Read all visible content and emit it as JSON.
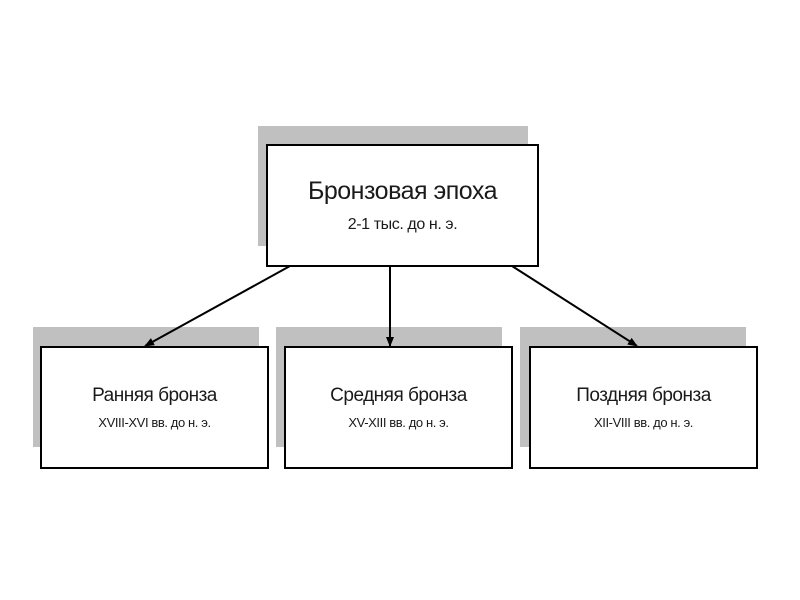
{
  "diagram": {
    "root": {
      "title": "Бронзовая эпоха",
      "subtitle": "2-1 тыс. до н. э."
    },
    "children": [
      {
        "title": "Ранняя бронза",
        "subtitle": "XVIII-XVI вв. до н. э."
      },
      {
        "title": "Средняя бронза",
        "subtitle": "XV-XIII вв. до н. э."
      },
      {
        "title": "Поздняя бронза",
        "subtitle": "XII-VIII вв. до н. э."
      }
    ],
    "colors": {
      "box_border": "#000000",
      "box_fill": "#ffffff",
      "shadow": "#c0c0c0",
      "text": "#1a1a1a"
    }
  }
}
